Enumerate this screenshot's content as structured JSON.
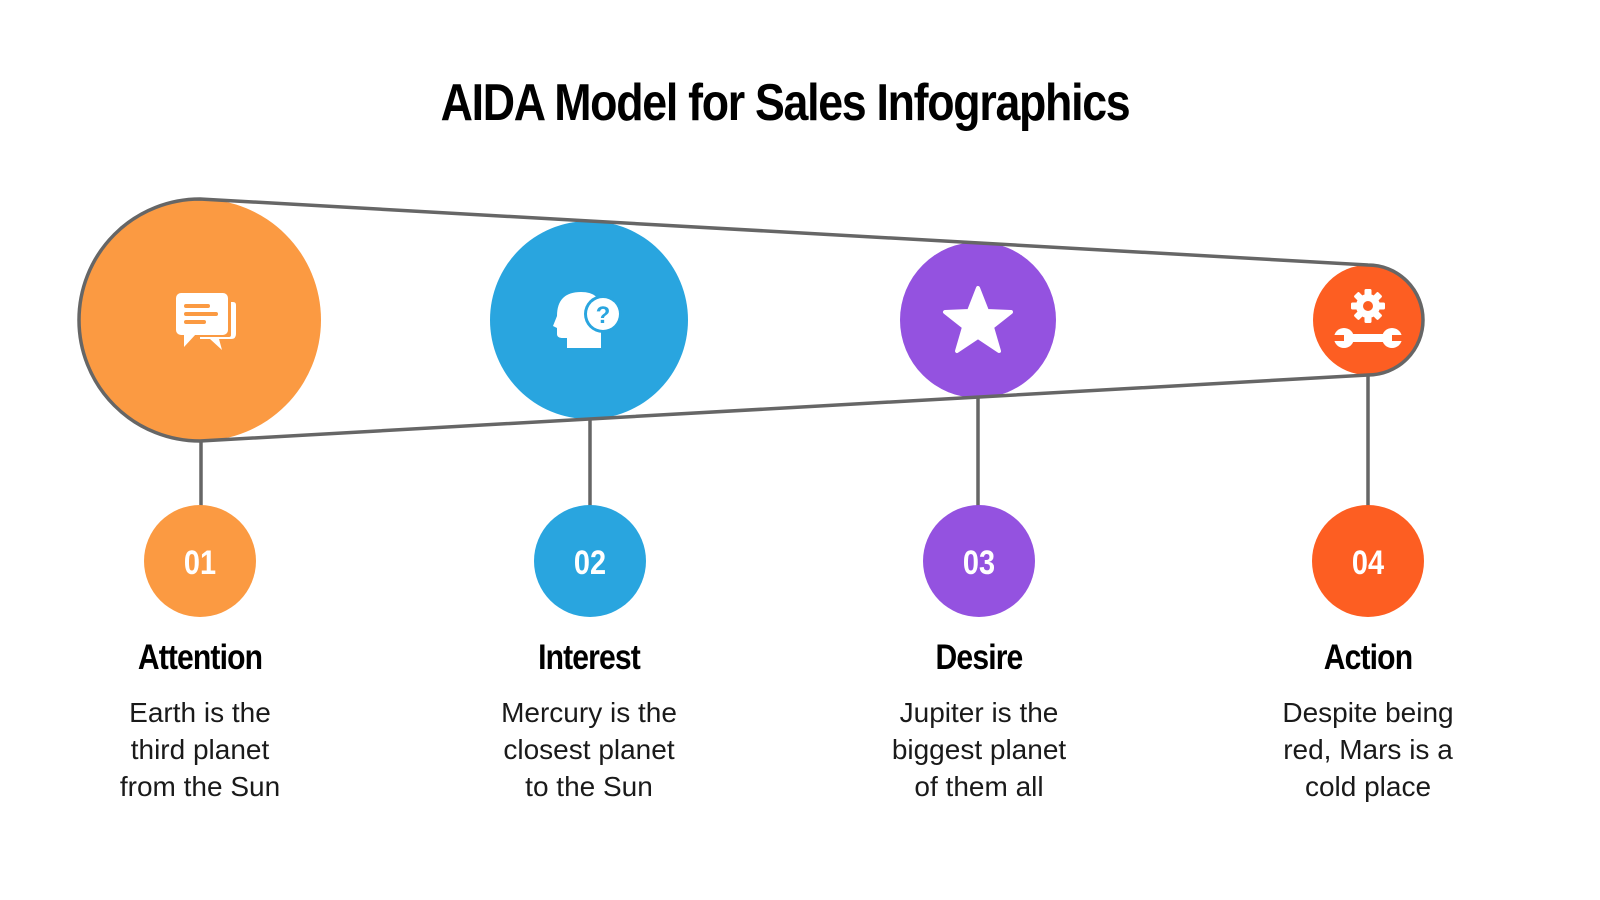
{
  "title": "AIDA Model for Sales Infographics",
  "colors": {
    "attention": "#FB9A42",
    "interest": "#29A5DF",
    "desire": "#9452E0",
    "action": "#FD5E22",
    "outline": "#666666",
    "text": "#000000"
  },
  "steps": [
    {
      "number": "01",
      "label": "Attention",
      "description_lines": [
        "Earth is the",
        "third planet",
        "from the Sun"
      ],
      "icon": "chat-bubbles-icon",
      "color": "#FB9A42"
    },
    {
      "number": "02",
      "label": "Interest",
      "description_lines": [
        "Mercury is the",
        "closest planet",
        "to the Sun"
      ],
      "icon": "head-question-icon",
      "color": "#29A5DF"
    },
    {
      "number": "03",
      "label": "Desire",
      "description_lines": [
        "Jupiter is the",
        "biggest planet",
        "of them all"
      ],
      "icon": "star-icon",
      "color": "#9452E0"
    },
    {
      "number": "04",
      "label": "Action",
      "description_lines": [
        "Despite being",
        "red, Mars is a",
        "cold place"
      ],
      "icon": "gear-wrench-icon",
      "color": "#FD5E22"
    }
  ]
}
